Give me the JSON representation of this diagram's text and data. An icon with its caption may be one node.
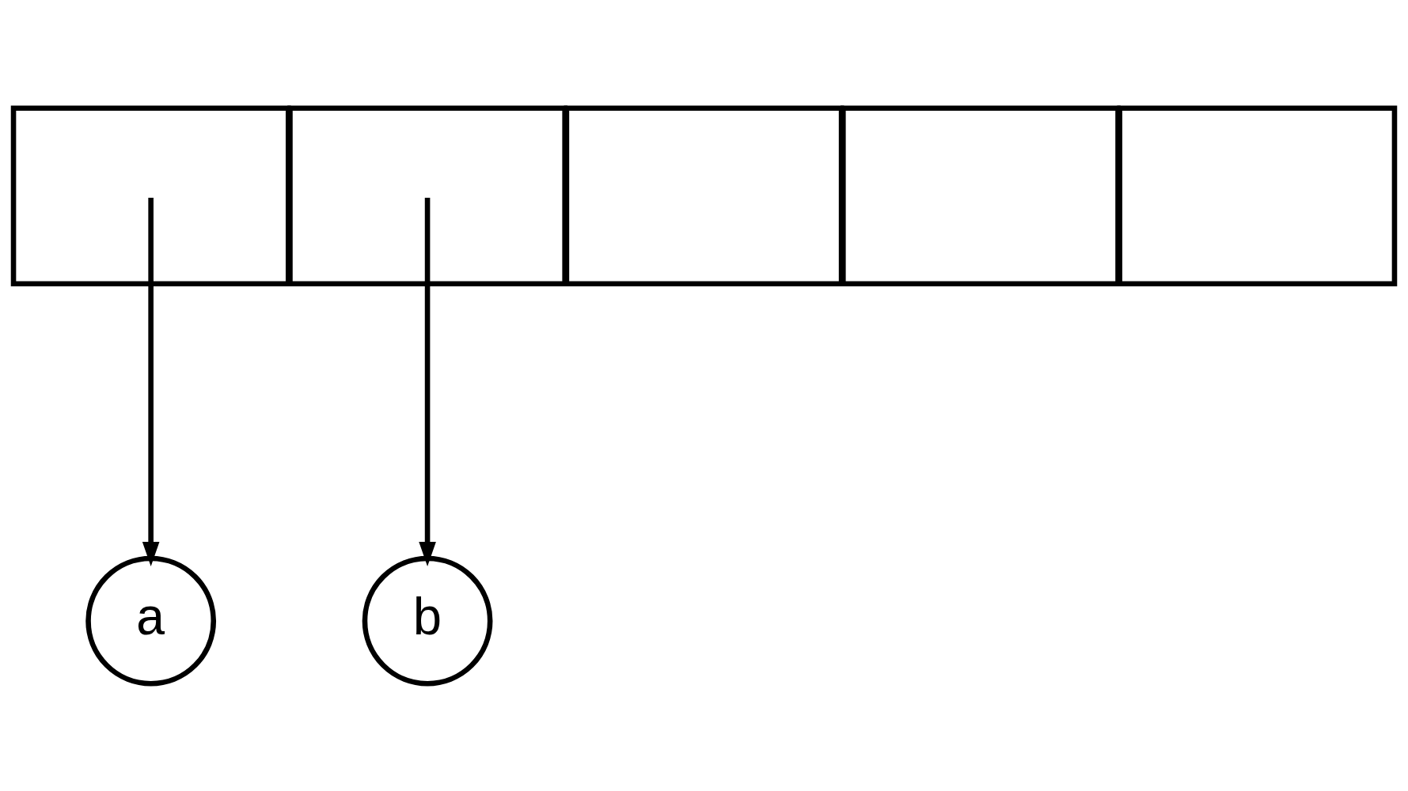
{
  "diagram": {
    "nodes": [
      {
        "text": [],
        "shape": "box"
      },
      {
        "text": [],
        "shape": "box"
      },
      {
        "text": [],
        "shape": "box"
      },
      {
        "text": [],
        "shape": "box"
      },
      {
        "text": [],
        "shape": "box"
      },
      {
        "text": [
          "a"
        ]
      },
      {
        "text": [
          "b"
        ]
      }
    ],
    "edges": [
      {
        "from": 0,
        "to": 5,
        "arrow": "to"
      },
      {
        "from": 1,
        "to": 6,
        "arrow": "to"
      }
    ]
  }
}
